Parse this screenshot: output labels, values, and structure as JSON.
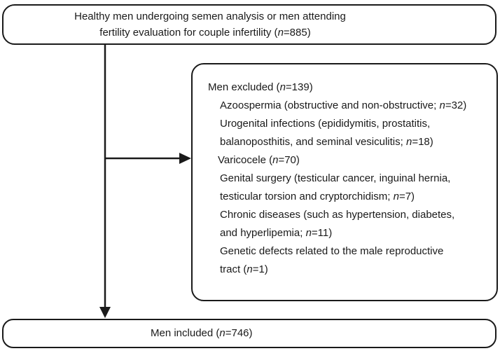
{
  "top_box": {
    "line1": "Healthy men undergoing semen analysis or men attending",
    "line2_pre": "fertility evaluation for couple infertility (",
    "line2_n": "n",
    "line2_post": "=885)"
  },
  "excluded": {
    "heading_pre": "Men excluded (",
    "heading_n": "n",
    "heading_post": "=139)",
    "items": [
      {
        "lines": [
          {
            "pre": "Azoospermia (obstructive and non-obstructive; ",
            "n": "n",
            "post": "=32)"
          }
        ]
      },
      {
        "lines": [
          {
            "pre": "Urogenital infections (epididymitis, prostatitis,",
            "n": "",
            "post": ""
          },
          {
            "pre": "balanoposthitis, and seminal vesiculitis; ",
            "n": "n",
            "post": "=18)"
          }
        ]
      },
      {
        "lines": [
          {
            "pre": "Varicocele (",
            "n": "n",
            "post": "=70)"
          }
        ]
      },
      {
        "lines": [
          {
            "pre": "Genital surgery (testicular cancer, inguinal hernia,",
            "n": "",
            "post": ""
          },
          {
            "pre": "testicular torsion and cryptorchidism; ",
            "n": "n",
            "post": "=7)"
          }
        ]
      },
      {
        "lines": [
          {
            "pre": "Chronic diseases (such as hypertension, diabetes,",
            "n": "",
            "post": ""
          },
          {
            "pre": "and hyperlipemia; ",
            "n": "n",
            "post": "=11)"
          }
        ]
      },
      {
        "lines": [
          {
            "pre": "Genetic defects related to the male reproductive",
            "n": "",
            "post": ""
          },
          {
            "pre": "tract (",
            "n": "n",
            "post": "=1)"
          }
        ]
      }
    ]
  },
  "included": {
    "pre": "Men included (",
    "n": "n",
    "post": "=746)"
  }
}
